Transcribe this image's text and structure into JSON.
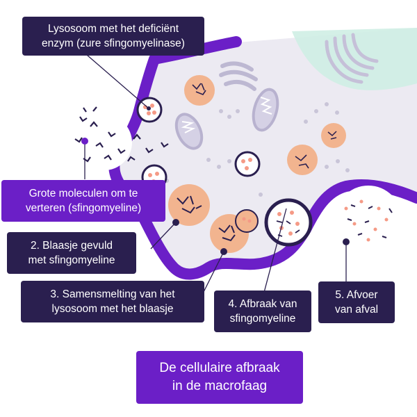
{
  "labels": {
    "lysosome": "Lysosoom met het deficiënt\nenzym (zure sfingomyelinase)",
    "large_molecules": "Grote moleculen om te\nverteren (sfingomyeline)",
    "step2": "2. Blaasje gevuld\nmet sfingomyeline",
    "step3": "3. Samensmelting van het\nlysosoom met het blaasje",
    "step4": "4. Afbraak van\nsfingomyeline",
    "step5": "5. Afvoer\nvan afval"
  },
  "title": "De cellulaire afbraak\nin de macrofaag",
  "colors": {
    "cell_fill": "#eceaf2",
    "membrane": "#6b1fc7",
    "label_dark": "#2a1f4f",
    "label_purple": "#6b1fc7",
    "vesicle": "#f2b48f",
    "lysosome_dot": "#f59a86",
    "mitochondria": "#cfcbe0",
    "nucleus": "#bfe8dd"
  }
}
